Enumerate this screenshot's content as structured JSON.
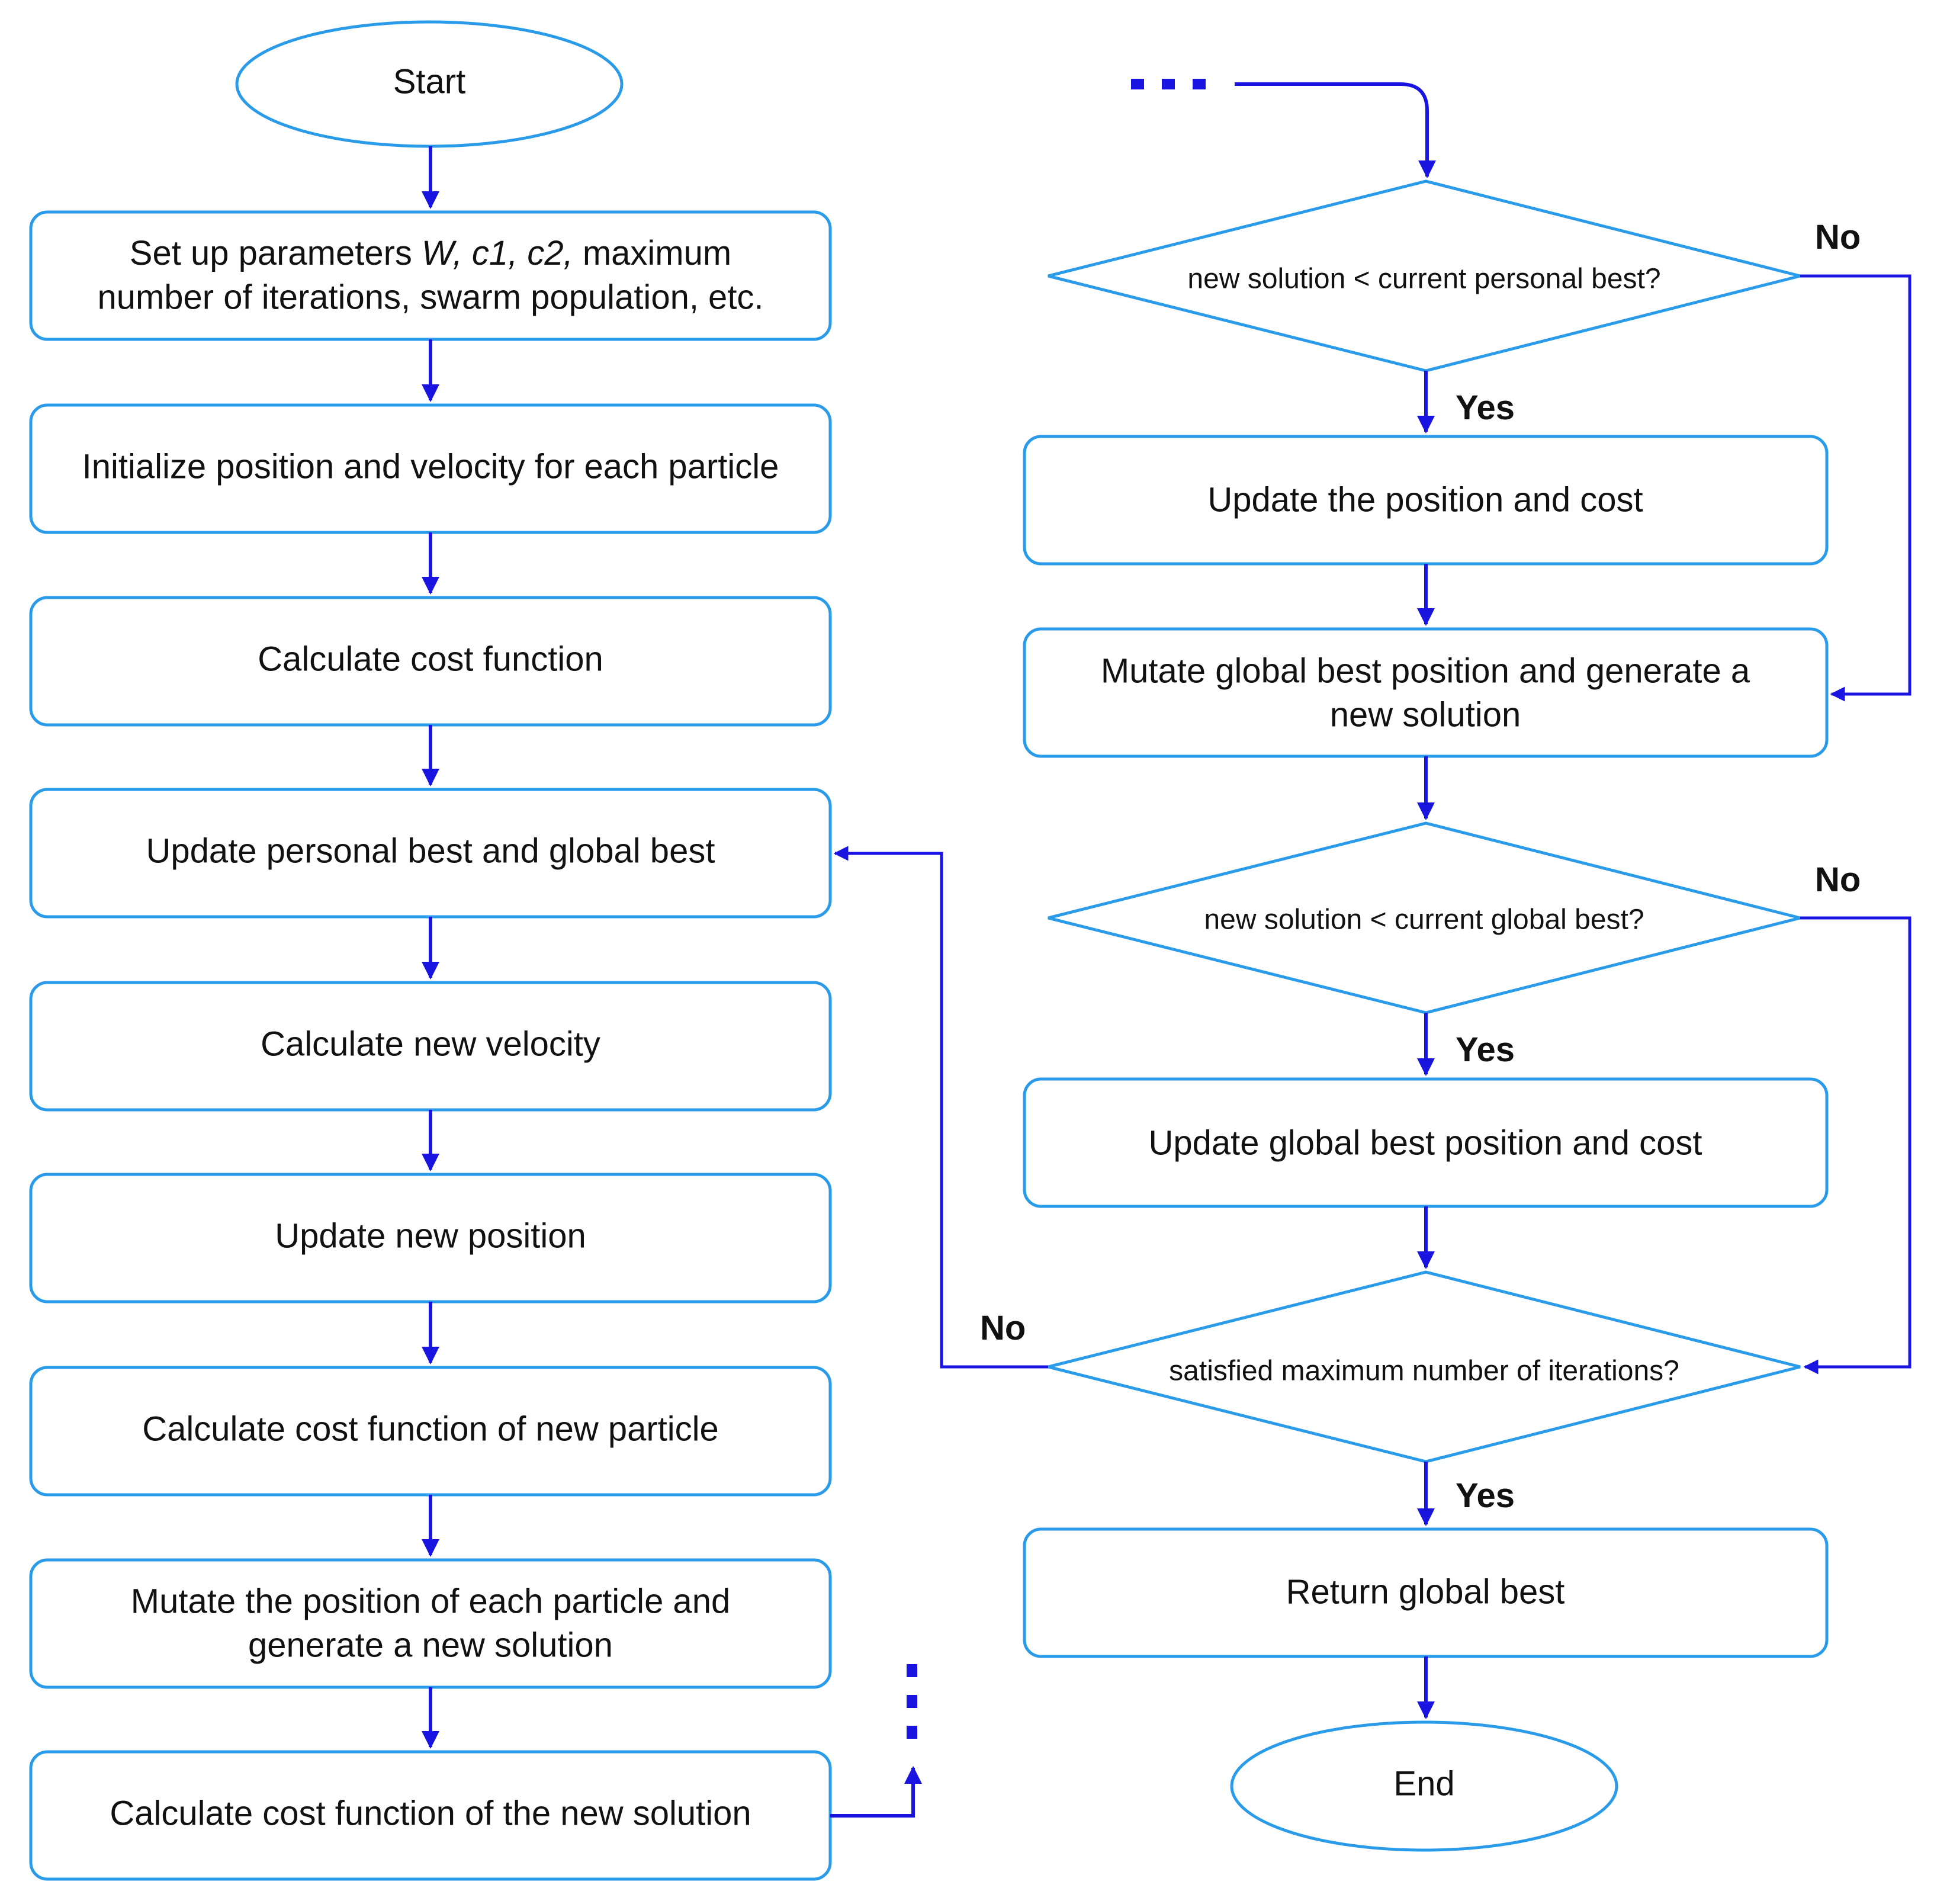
{
  "nodes": {
    "start": "Start",
    "setup_a": "Set up parameters ",
    "setup_italic": "W, c1, c2,",
    "setup_b": " maximum",
    "setup_line2": "number of iterations, swarm population, etc.",
    "init": "Initialize position and velocity for each particle",
    "calc_cost": "Calculate cost function",
    "update_best": "Update personal best and global best",
    "calc_velocity": "Calculate new velocity",
    "update_position": "Update new position",
    "calc_cost_new_particle": "Calculate cost function of new particle",
    "mutate_particle_line1": "Mutate the position of each particle and",
    "mutate_particle_line2": "generate a new solution",
    "calc_cost_new_solution": "Calculate cost function of the new solution",
    "decision_personal": "new solution < current personal best?",
    "update_pos_cost": "Update the position and cost",
    "mutate_global_line1": "Mutate global best position and generate a",
    "mutate_global_line2": "new solution",
    "decision_global": "new solution < current global best?",
    "update_global": "Update global best position and cost",
    "decision_iterations": "satisfied maximum number of iterations?",
    "return_global": "Return global best",
    "end": "End"
  },
  "edge_labels": {
    "yes": "Yes",
    "no": "No"
  },
  "colors": {
    "shape_stroke": "#2a9be8",
    "arrow": "#1a14e0"
  }
}
